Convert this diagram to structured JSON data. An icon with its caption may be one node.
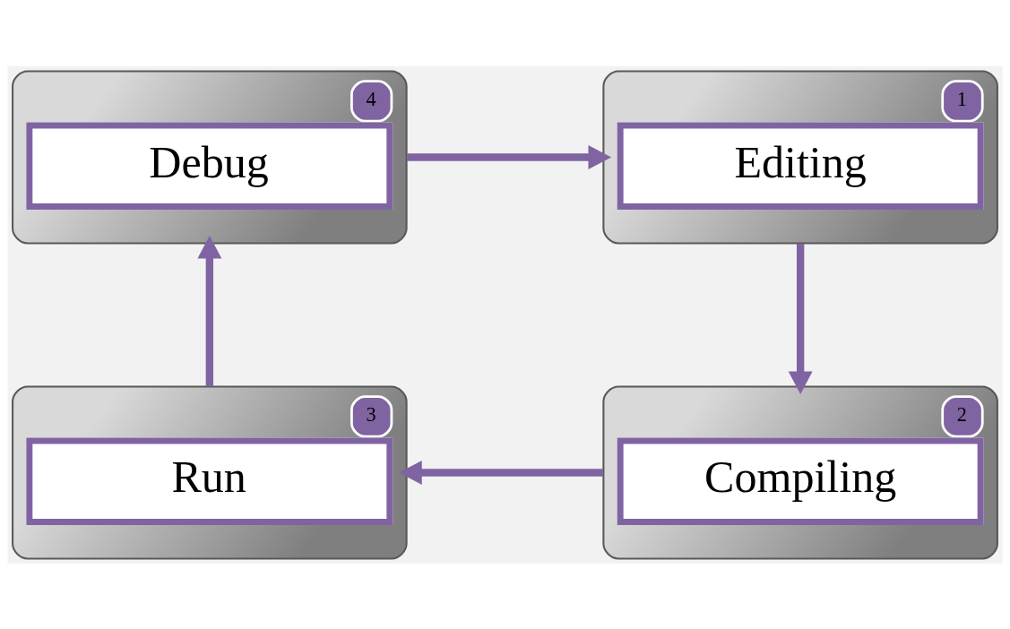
{
  "diagram": {
    "nodes": [
      {
        "text": [
          "4",
          "Debug"
        ]
      },
      {
        "text": [
          "1",
          "Editing"
        ]
      },
      {
        "text": [
          "3",
          "Run"
        ]
      },
      {
        "text": [
          "2",
          "Compiling"
        ]
      }
    ],
    "edges": [
      {
        "from": 0,
        "to": 1,
        "arrow": "to"
      },
      {
        "from": 1,
        "to": 3,
        "arrow": "to"
      },
      {
        "from": 3,
        "to": 2,
        "arrow": "to"
      },
      {
        "from": 2,
        "to": 0,
        "arrow": "to"
      }
    ]
  }
}
